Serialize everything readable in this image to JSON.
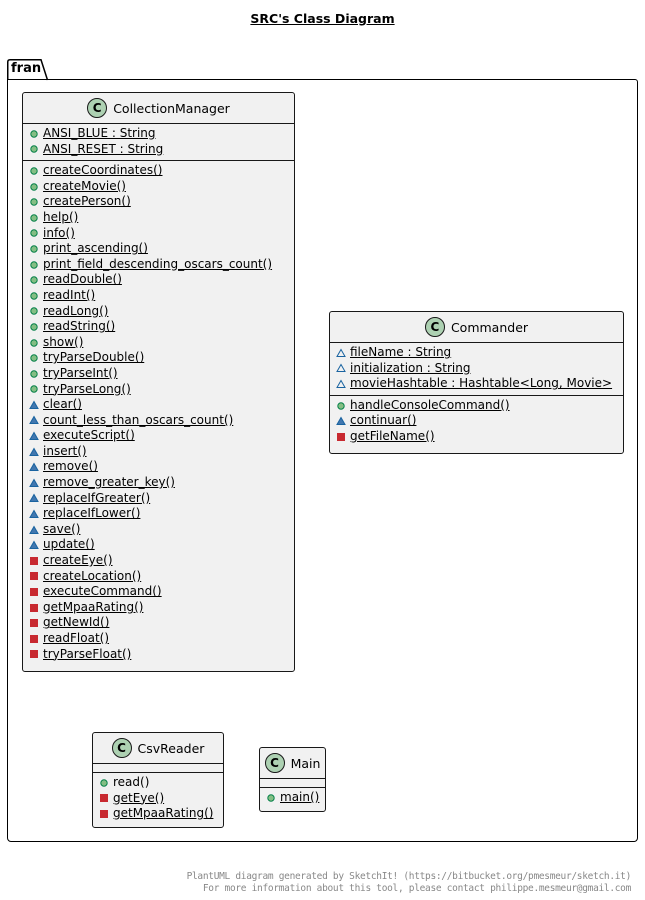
{
  "title": "SRC's Class Diagram",
  "package": {
    "name": "fran"
  },
  "class_icon_letter": "C",
  "classes": {
    "collection_manager": {
      "name": "CollectionManager",
      "fields": [
        {
          "vis": "public",
          "text": "ANSI_BLUE : String",
          "static": true
        },
        {
          "vis": "public",
          "text": "ANSI_RESET : String",
          "static": true
        }
      ],
      "methods": [
        {
          "vis": "public",
          "text": "createCoordinates()",
          "static": true
        },
        {
          "vis": "public",
          "text": "createMovie()",
          "static": true
        },
        {
          "vis": "public",
          "text": "createPerson()",
          "static": true
        },
        {
          "vis": "public",
          "text": "help()",
          "static": true
        },
        {
          "vis": "public",
          "text": "info()",
          "static": true
        },
        {
          "vis": "public",
          "text": "print_ascending()",
          "static": true
        },
        {
          "vis": "public",
          "text": "print_field_descending_oscars_count()",
          "static": true
        },
        {
          "vis": "public",
          "text": "readDouble()",
          "static": true
        },
        {
          "vis": "public",
          "text": "readInt()",
          "static": true
        },
        {
          "vis": "public",
          "text": "readLong()",
          "static": true
        },
        {
          "vis": "public",
          "text": "readString()",
          "static": true
        },
        {
          "vis": "public",
          "text": "show()",
          "static": true
        },
        {
          "vis": "public",
          "text": "tryParseDouble()",
          "static": true
        },
        {
          "vis": "public",
          "text": "tryParseInt()",
          "static": true
        },
        {
          "vis": "public",
          "text": "tryParseLong()",
          "static": true
        },
        {
          "vis": "package",
          "text": "clear()",
          "static": true
        },
        {
          "vis": "package",
          "text": "count_less_than_oscars_count()",
          "static": true
        },
        {
          "vis": "package",
          "text": "executeScript()",
          "static": true
        },
        {
          "vis": "package",
          "text": "insert()",
          "static": true
        },
        {
          "vis": "package",
          "text": "remove()",
          "static": true
        },
        {
          "vis": "package",
          "text": "remove_greater_key()",
          "static": true
        },
        {
          "vis": "package",
          "text": "replaceIfGreater()",
          "static": true
        },
        {
          "vis": "package",
          "text": "replaceIfLower()",
          "static": true
        },
        {
          "vis": "package",
          "text": "save()",
          "static": true
        },
        {
          "vis": "package",
          "text": "update()",
          "static": true
        },
        {
          "vis": "private",
          "text": "createEye()",
          "static": true
        },
        {
          "vis": "private",
          "text": "createLocation()",
          "static": true
        },
        {
          "vis": "private",
          "text": "executeCommand()",
          "static": true
        },
        {
          "vis": "private",
          "text": "getMpaaRating()",
          "static": true
        },
        {
          "vis": "private",
          "text": "getNewId()",
          "static": true
        },
        {
          "vis": "private",
          "text": "readFloat()",
          "static": true
        },
        {
          "vis": "private",
          "text": "tryParseFloat()",
          "static": true
        }
      ]
    },
    "commander": {
      "name": "Commander",
      "fields": [
        {
          "vis": "package-field",
          "text": "fileName : String",
          "static": true
        },
        {
          "vis": "package-field",
          "text": "initialization : String",
          "static": true
        },
        {
          "vis": "package-field",
          "text": "movieHashtable : Hashtable<Long, Movie>",
          "static": true
        }
      ],
      "methods": [
        {
          "vis": "public",
          "text": "handleConsoleCommand()",
          "static": true
        },
        {
          "vis": "package",
          "text": "continuar()",
          "static": true
        },
        {
          "vis": "private",
          "text": "getFileName()",
          "static": true
        }
      ]
    },
    "csv_reader": {
      "name": "CsvReader",
      "fields": [],
      "methods": [
        {
          "vis": "public",
          "text": "read()",
          "static": false
        },
        {
          "vis": "private",
          "text": "getEye()",
          "static": true
        },
        {
          "vis": "private",
          "text": "getMpaaRating()",
          "static": true
        }
      ]
    },
    "main": {
      "name": "Main",
      "fields": [],
      "methods": [
        {
          "vis": "public",
          "text": "main()",
          "static": true
        }
      ]
    }
  },
  "colors": {
    "class_bg": "#f1f1f1",
    "class_icon": "#add1b2",
    "public": "#84be84",
    "public_border": "#038048",
    "package": "#4177af",
    "package_border": "#1963a0",
    "private": "#c82930",
    "private_border": "#c82930"
  },
  "footer": {
    "line1": "PlantUML diagram generated by SketchIt! (https://bitbucket.org/pmesmeur/sketch.it)",
    "line2": "For more information about this tool, please contact philippe.mesmeur@gmail.com"
  }
}
